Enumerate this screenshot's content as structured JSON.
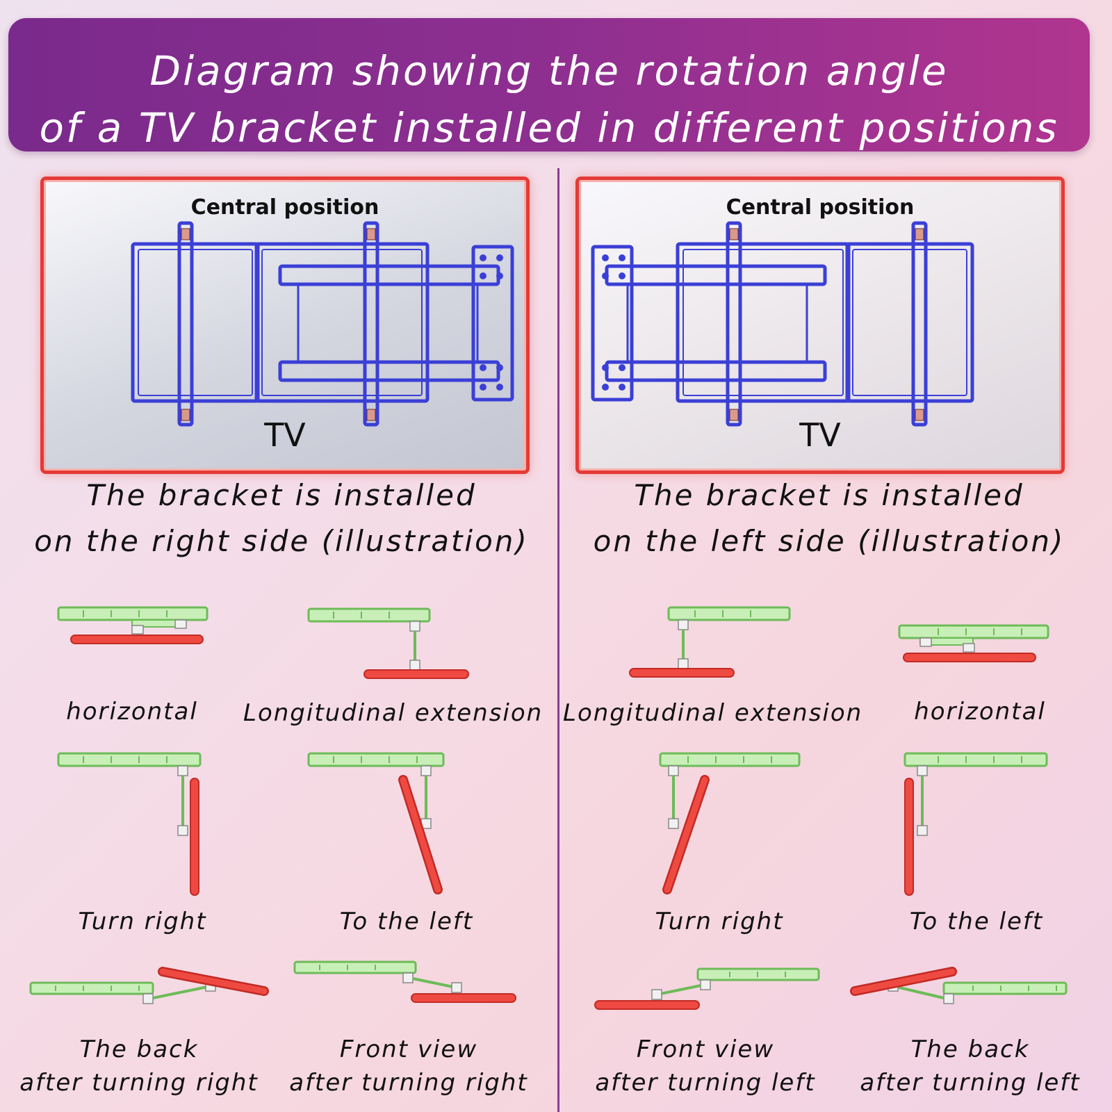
{
  "title": {
    "line1": "Diagram showing the rotation angle",
    "line2": "of a TV bracket installed in different positions"
  },
  "colors": {
    "banner": "#8e2f90",
    "tv_frame": "#e53a36",
    "bracket": "#3b3fd6",
    "arm_green": "#7bc86a",
    "plate_red": "#e8342f"
  },
  "left_panel": {
    "tv": {
      "heading": "Central position",
      "label": "TV"
    },
    "caption_line1": "The bracket is installed",
    "caption_line2": "on the right side (illustration)",
    "positions": [
      {
        "label": "horizontal",
        "icon": "horizontal-position-icon"
      },
      {
        "label": "Longitudinal extension",
        "icon": "extension-position-icon"
      },
      {
        "label": "Turn right",
        "icon": "turn-right-position-icon"
      },
      {
        "label": "To the left",
        "icon": "turn-left-position-icon"
      },
      {
        "label_line1": "The back",
        "label_line2": "after turning right",
        "icon": "back-view-icon"
      },
      {
        "label_line1": "Front view",
        "label_line2": "after turning right",
        "icon": "front-view-icon"
      }
    ]
  },
  "right_panel": {
    "tv": {
      "heading": "Central position",
      "label": "TV"
    },
    "caption_line1": "The bracket is installed",
    "caption_line2": "on the left side (illustration)",
    "positions": [
      {
        "label": "Longitudinal extension",
        "icon": "extension-position-icon"
      },
      {
        "label": "horizontal",
        "icon": "horizontal-position-icon"
      },
      {
        "label": "Turn right",
        "icon": "turn-right-position-icon"
      },
      {
        "label": "To the left",
        "icon": "turn-left-position-icon"
      },
      {
        "label_line1": "Front view",
        "label_line2": "after turning left",
        "icon": "front-view-icon"
      },
      {
        "label_line1": "The back",
        "label_line2": "after turning left",
        "icon": "back-view-icon"
      }
    ]
  }
}
